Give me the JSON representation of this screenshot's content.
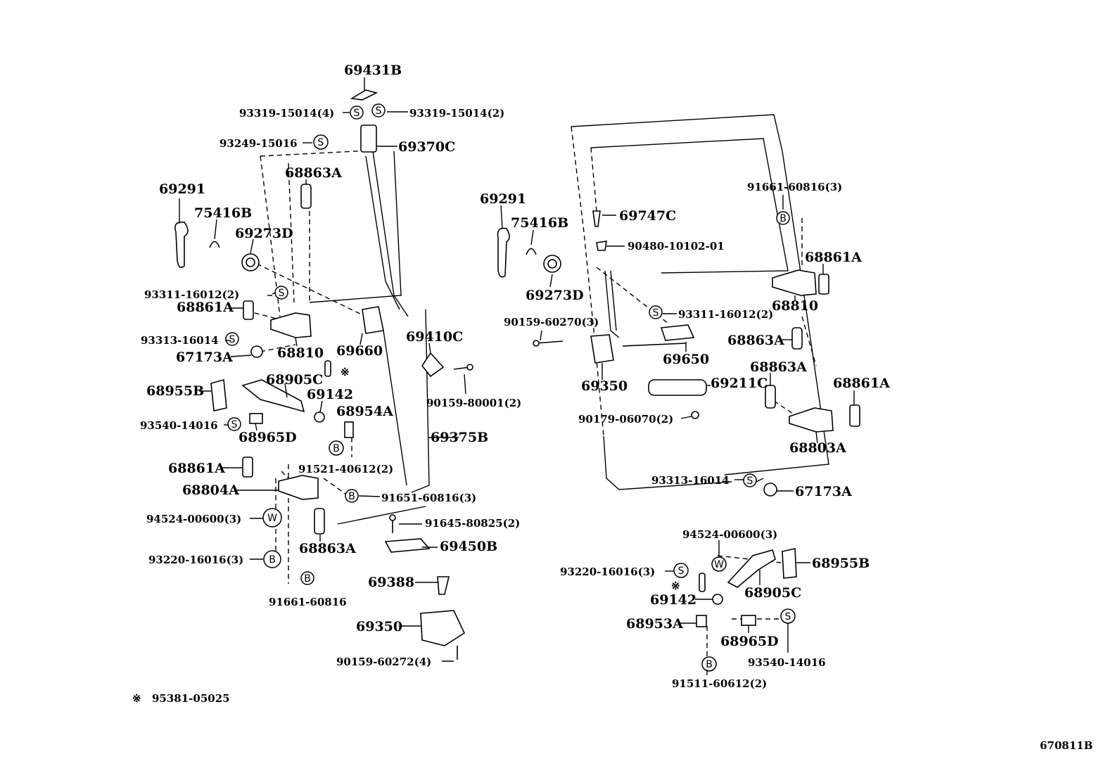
{
  "diagram_code": "670811B",
  "footnote": {
    "mark": "※",
    "part_number": "95381-05025"
  },
  "left_view": {
    "labels": {
      "l_69431B": "69431B",
      "l_93319_a": "93319-15014(4)",
      "l_93319_b": "93319-15014(2)",
      "l_93249": "93249-15016",
      "l_69370C": "69370C",
      "l_68863A_top": "68863A",
      "l_69291": "69291",
      "l_75416B": "75416B",
      "l_69273D": "69273D",
      "l_93311": "93311-16012(2)",
      "l_68861A_a": "68861A",
      "l_93313": "93313-16014",
      "l_68810": "68810",
      "l_69660": "69660",
      "l_67173A": "67173A",
      "l_69410C": "69410C",
      "l_68905C": "68905C",
      "l_68955B": "68955B",
      "l_69142": "69142",
      "l_68954A": "68954A",
      "l_90159_80001": "90159-80001(2)",
      "l_93540": "93540-14016",
      "l_68965D": "68965D",
      "l_69375B": "69375B",
      "l_68861A_b": "68861A",
      "l_91521": "91521-40612(2)",
      "l_68804A": "68804A",
      "l_91651": "91651-60816(3)",
      "l_94524": "94524-00600(3)",
      "l_91645": "91645-80825(2)",
      "l_68863A_bot": "68863A",
      "l_69450B": "69450B",
      "l_93220": "93220-16016(3)",
      "l_91661": "91661-60816",
      "l_69388": "69388",
      "l_69350": "69350",
      "l_90159_60272": "90159-60272(4)"
    }
  },
  "right_view": {
    "labels": {
      "r_69291": "69291",
      "r_75416B": "75416B",
      "r_69747C": "69747C",
      "r_91661": "91661-60816(3)",
      "r_90480": "90480-10102-01",
      "r_68861A_a": "68861A",
      "r_69273D": "69273D",
      "r_68810": "68810",
      "r_93311": "93311-16012(2)",
      "r_90159_60270": "90159-60270(3)",
      "r_68863A_a": "68863A",
      "r_69650": "69650",
      "r_68863A_b": "68863A",
      "r_69350": "69350",
      "r_69211C": "69211C",
      "r_68861A_b": "68861A",
      "r_90179": "90179-06070(2)",
      "r_68803A": "68803A",
      "r_93313": "93313-16014",
      "r_67173A": "67173A",
      "r_94524": "94524-00600(3)",
      "r_68955B": "68955B",
      "r_93220": "93220-16016(3)",
      "r_68905C": "68905C",
      "r_69142": "69142",
      "r_68953A": "68953A",
      "r_68965D": "68965D",
      "r_93540": "93540-14016",
      "r_91511": "91511-60612(2)"
    }
  },
  "symbols": {
    "screw": "S",
    "bolt": "B",
    "washer": "W",
    "note_mark": "※"
  }
}
